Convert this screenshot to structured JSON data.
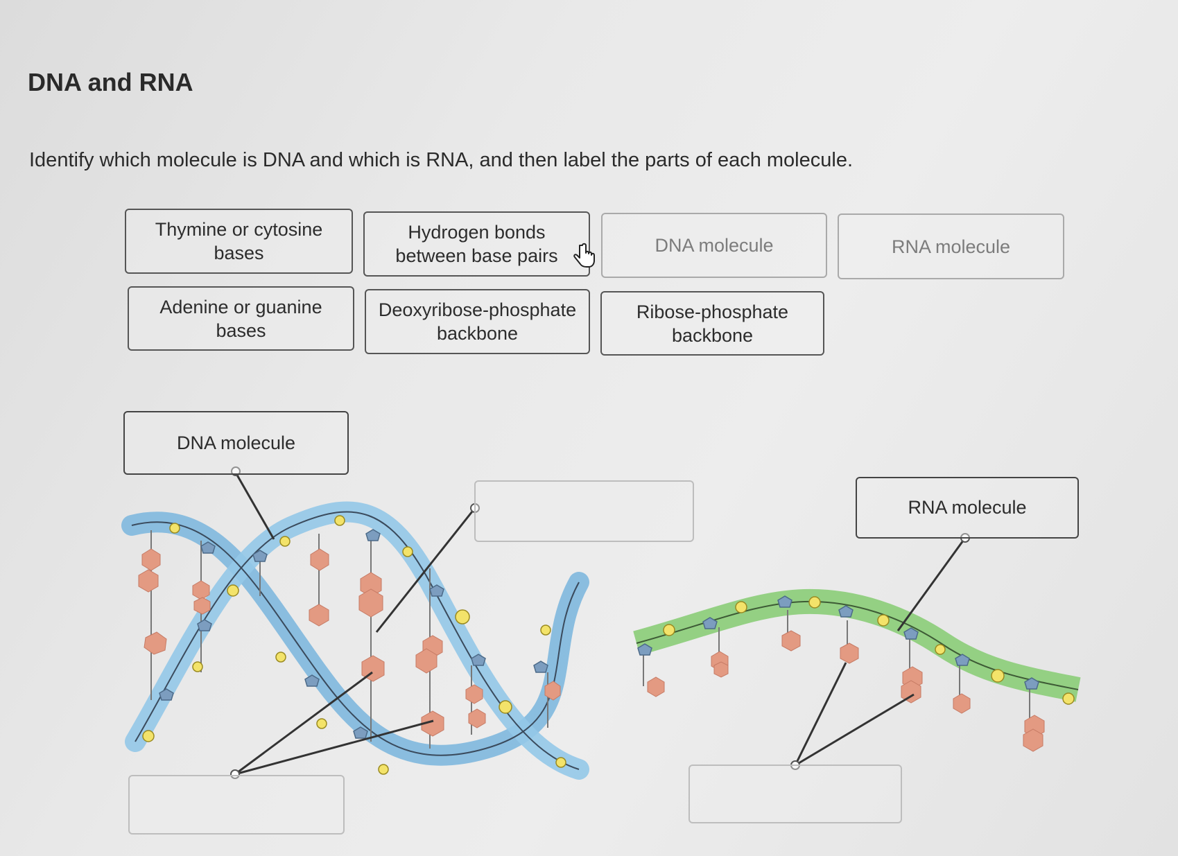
{
  "page": {
    "title": "DNA and RNA",
    "instructions": "Identify which molecule is DNA and which is RNA, and then label the parts of each molecule."
  },
  "label_bank": [
    {
      "text": "Thymine or cytosine bases",
      "used": false
    },
    {
      "text": "Hydrogen bonds between base pairs",
      "used": false
    },
    {
      "text": "DNA molecule",
      "used": true
    },
    {
      "text": "RNA molecule",
      "used": true
    },
    {
      "text": "Adenine or guanine bases",
      "used": false
    },
    {
      "text": "Deoxyribose-phosphate backbone",
      "used": false
    },
    {
      "text": "Ribose-phosphate backbone",
      "used": false
    }
  ],
  "targets": [
    {
      "id": "dna-title",
      "value": "DNA molecule"
    },
    {
      "id": "dna-part-1",
      "value": ""
    },
    {
      "id": "dna-part-2",
      "value": ""
    },
    {
      "id": "rna-title",
      "value": "RNA molecule"
    },
    {
      "id": "rna-part-1",
      "value": ""
    }
  ],
  "colors": {
    "dna_strand": "#8ec3e3",
    "rna_strand": "#8fcf7d",
    "base": "#e49a82",
    "sugar": "#7c9dbf",
    "phosphate": "#f3e36a"
  },
  "cursor": "hand-pointer-icon"
}
